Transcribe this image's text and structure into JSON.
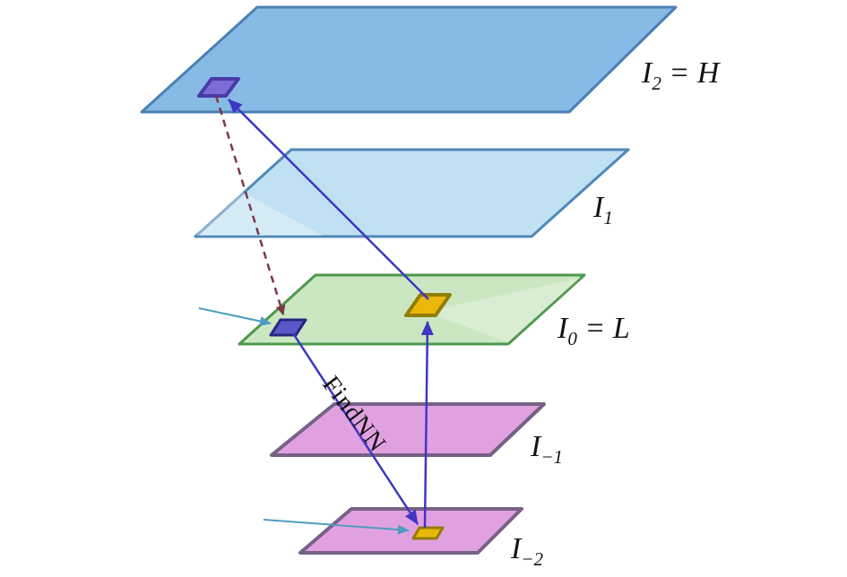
{
  "diagram": {
    "description": "image pyramid with five levels, example patches and nearest-neighbor search arrows",
    "background": "#ffffff",
    "layers": [
      {
        "id": "I2",
        "label": {
          "base": "I",
          "sub": "2",
          "suffix": " = H"
        },
        "fill": "#87BAE4",
        "border": "#4A80B4"
      },
      {
        "id": "I1",
        "label": {
          "base": "I",
          "sub": "1",
          "suffix": ""
        },
        "fill": "#BFE1F2",
        "border": "#5088B8"
      },
      {
        "id": "I0",
        "label": {
          "base": "I",
          "sub": "0",
          "suffix": " = L"
        },
        "fill": "#CBE7C2",
        "border": "#4D984D"
      },
      {
        "id": "I-1",
        "label": {
          "base": "I",
          "sub": "−1",
          "suffix": ""
        },
        "fill": "#E1A1E1",
        "border": "#776185"
      },
      {
        "id": "I-2",
        "label": {
          "base": "I",
          "sub": "−2",
          "suffix": ""
        },
        "fill": "#E1A1E1",
        "border": "#776185"
      }
    ],
    "patches": [
      {
        "id": "hr-patch-on-I2",
        "fill": "#7D6BD6",
        "border": "#4A3AA8"
      },
      {
        "id": "query-patch-on-I0",
        "fill": "#5B59C8",
        "border": "#26267E"
      },
      {
        "id": "parent-patch-on-I0",
        "fill": "#EBB70B",
        "border": "#8F7E06"
      },
      {
        "id": "nn-patch-on-I-2",
        "fill": "#EBB70B",
        "border": "#8F7E06"
      }
    ],
    "arrows": {
      "findnn_label": "FindNN",
      "colors": {
        "blue": "#3F36C4",
        "cyan": "#4E9CC0",
        "dashed": "#7B3948"
      }
    }
  }
}
